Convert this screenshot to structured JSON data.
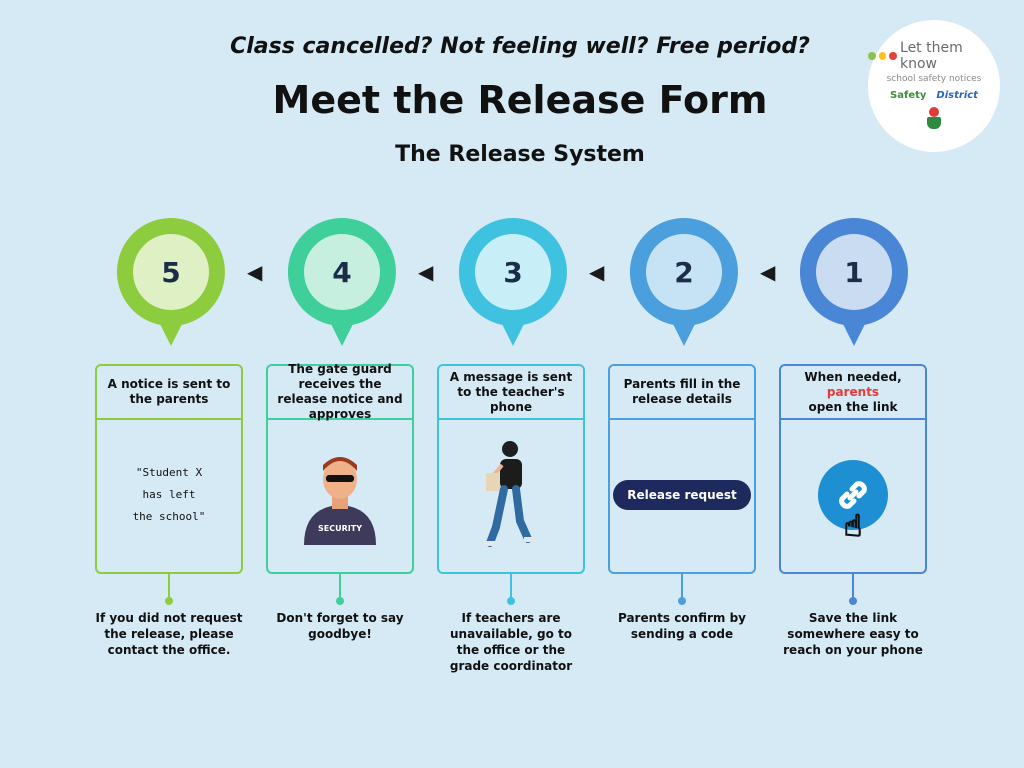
{
  "logo": {
    "line1": "Let them know",
    "line2": "school safety notices",
    "brand_left": "Safety",
    "brand_right": "District"
  },
  "header": {
    "top": "Class cancelled? Not feeling well? Free period?",
    "main": "Meet the Release Form",
    "sub": "The Release System"
  },
  "steps": [
    {
      "num": "1",
      "color": "#4a86d6",
      "light": "#c9dcf2",
      "title_a": "When needed,",
      "title_b": "parents",
      "title_c": "open the link",
      "note": "Save the link somewhere easy to reach on your phone"
    },
    {
      "num": "2",
      "color": "#4a9fdc",
      "light": "#c6e3f5",
      "title": "Parents fill in the release details",
      "button": "Release request",
      "note": "Parents confirm by sending a code"
    },
    {
      "num": "3",
      "color": "#3fc2e0",
      "light": "#c8eef7",
      "title": "A message is sent to the teacher's phone",
      "note": "If teachers are unavailable, go to the office or the grade coordinator"
    },
    {
      "num": "4",
      "color": "#3fcf9a",
      "light": "#c7efdf",
      "title": "The gate guard receives the release notice and approves",
      "figure_label": "SECURITY",
      "note": "Don't forget to say goodbye!"
    },
    {
      "num": "5",
      "color": "#8ccc3e",
      "light": "#dff0c4",
      "title": "A notice is sent to the parents",
      "quote_1": "\"Student X",
      "quote_2": "has left",
      "quote_3": "the school\"",
      "note": "If you did not request the release, please contact the office."
    }
  ],
  "arrow_glyph": "◀"
}
